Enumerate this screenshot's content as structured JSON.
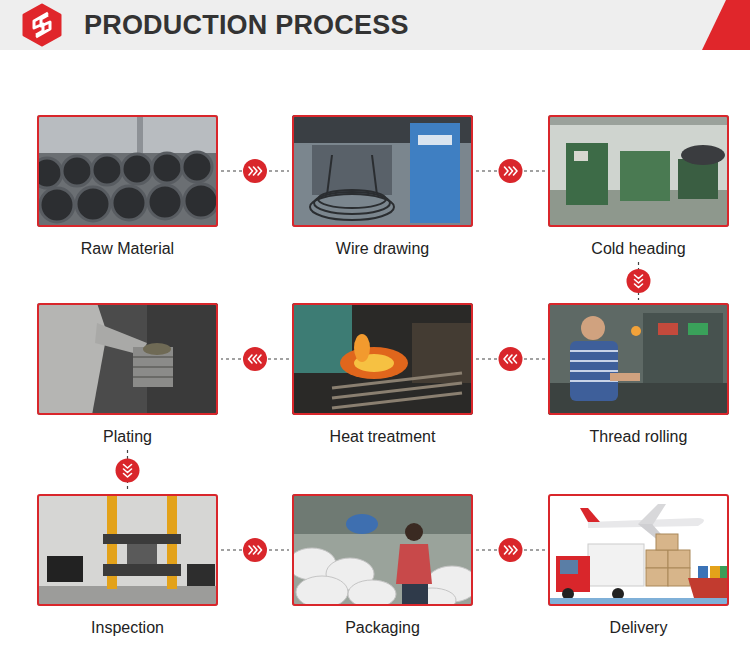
{
  "diagram": {
    "title": "PRODUCTION PROCESS",
    "nodes": [
      {
        "text": [
          "Raw Material"
        ]
      },
      {
        "text": [
          "Wire drawing"
        ]
      },
      {
        "text": [
          "Cold heading"
        ]
      },
      {
        "text": [
          "Thread rolling"
        ]
      },
      {
        "text": [
          "Heat treatment"
        ]
      },
      {
        "text": [
          "Plating"
        ]
      },
      {
        "text": [
          "Inspection"
        ]
      },
      {
        "text": [
          "Packaging"
        ]
      },
      {
        "text": [
          "Delivery"
        ]
      }
    ],
    "edges": [
      {
        "from": 0,
        "to": 1,
        "arrow": "to"
      },
      {
        "from": 1,
        "to": 2,
        "arrow": "to"
      },
      {
        "from": 2,
        "to": 3,
        "arrow": "to"
      },
      {
        "from": 3,
        "to": 4,
        "arrow": "to"
      },
      {
        "from": 4,
        "to": 5,
        "arrow": "to"
      },
      {
        "from": 5,
        "to": 6,
        "arrow": "to"
      },
      {
        "from": 6,
        "to": 7,
        "arrow": "to"
      },
      {
        "from": 7,
        "to": 8,
        "arrow": "to"
      }
    ]
  }
}
